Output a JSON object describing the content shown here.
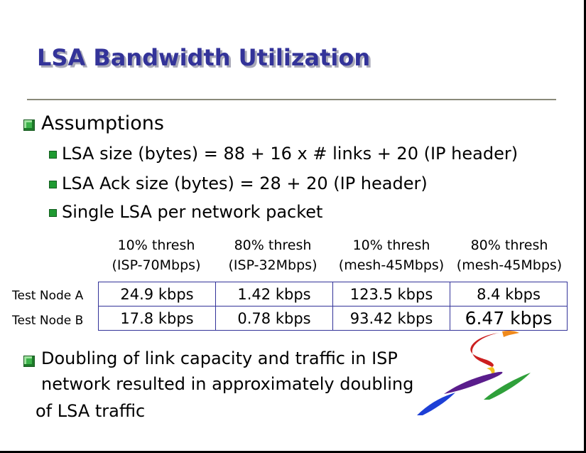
{
  "slide": {
    "title": "LSA Bandwidth Utilization",
    "bullets": {
      "assumptions": "Assumptions",
      "sub": [
        "LSA size (bytes) = 88 + 16 x # links + 20 (IP header)",
        "LSA Ack size (bytes) = 28 + 20 (IP header)",
        "Single LSA per network packet"
      ],
      "conclusion": [
        "Doubling of link capacity and traffic in ISP",
        "network resulted in approximately doubling",
        "of LSA traffic"
      ]
    },
    "table": {
      "columns": [
        {
          "line1": "10% thresh",
          "line2": "(ISP-70Mbps)"
        },
        {
          "line1": "80% thresh",
          "line2": "(ISP-32Mbps)"
        },
        {
          "line1": "10% thresh",
          "line2": "(mesh-45Mbps)"
        },
        {
          "line1": "80% thresh",
          "line2": "(mesh-45Mbps)"
        }
      ],
      "rows": [
        {
          "label": "Test Node A",
          "cells": [
            "24.9 kbps",
            "1.42 kbps",
            "123.5 kbps",
            "8.4 kbps"
          ]
        },
        {
          "label": "Test Node B",
          "cells": [
            "17.8 kbps",
            "0.78 kbps",
            "93.42 kbps",
            "6.47 kbps"
          ]
        }
      ]
    },
    "logo": "stylized-s-logo-icon",
    "colors": {
      "title": "#333399",
      "bullet": "#3cb34a",
      "table_border": "#333399"
    }
  }
}
